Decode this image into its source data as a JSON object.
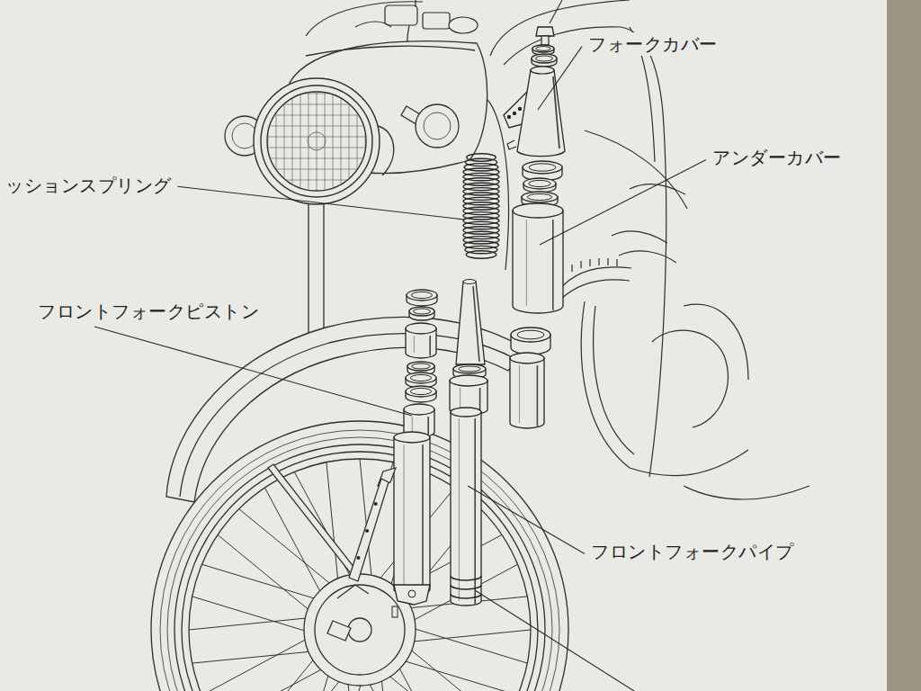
{
  "diagram": {
    "labels": [
      "フォークカバー",
      "アンダーカバー",
      "ッションスプリング",
      "フロントフォークピストン",
      "フロントフォークパイプ"
    ]
  }
}
